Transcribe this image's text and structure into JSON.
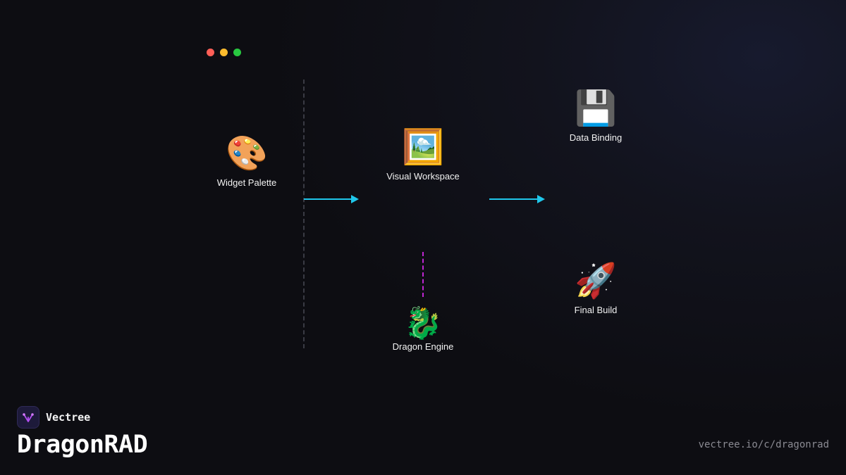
{
  "window_controls": [
    {
      "name": "close",
      "color": "#ff5f57"
    },
    {
      "name": "minimize",
      "color": "#febc2e"
    },
    {
      "name": "maximize",
      "color": "#28c840"
    }
  ],
  "nodes": {
    "widget_palette": {
      "icon": "🎨",
      "icon_name": "palette-icon",
      "label": "Widget Palette"
    },
    "visual_workspace": {
      "icon": "🖼️",
      "icon_name": "framed-picture-icon",
      "label": "Visual Workspace"
    },
    "data_binding": {
      "icon": "💾",
      "icon_name": "floppy-disk-icon",
      "label": "Data Binding"
    },
    "dragon_engine": {
      "icon": "🐉",
      "icon_name": "dragon-icon",
      "label": "Dragon Engine"
    },
    "final_build": {
      "icon": "🚀",
      "icon_name": "rocket-icon",
      "label": "Final Build"
    }
  },
  "colors": {
    "arrow": "#1fc6ea",
    "dashed_connector": "#c026d3",
    "divider": "#3a3b44"
  },
  "footer": {
    "brand_name": "Vectree",
    "product_name": "DragonRAD",
    "url": "vectree.io/c/dragonrad"
  }
}
